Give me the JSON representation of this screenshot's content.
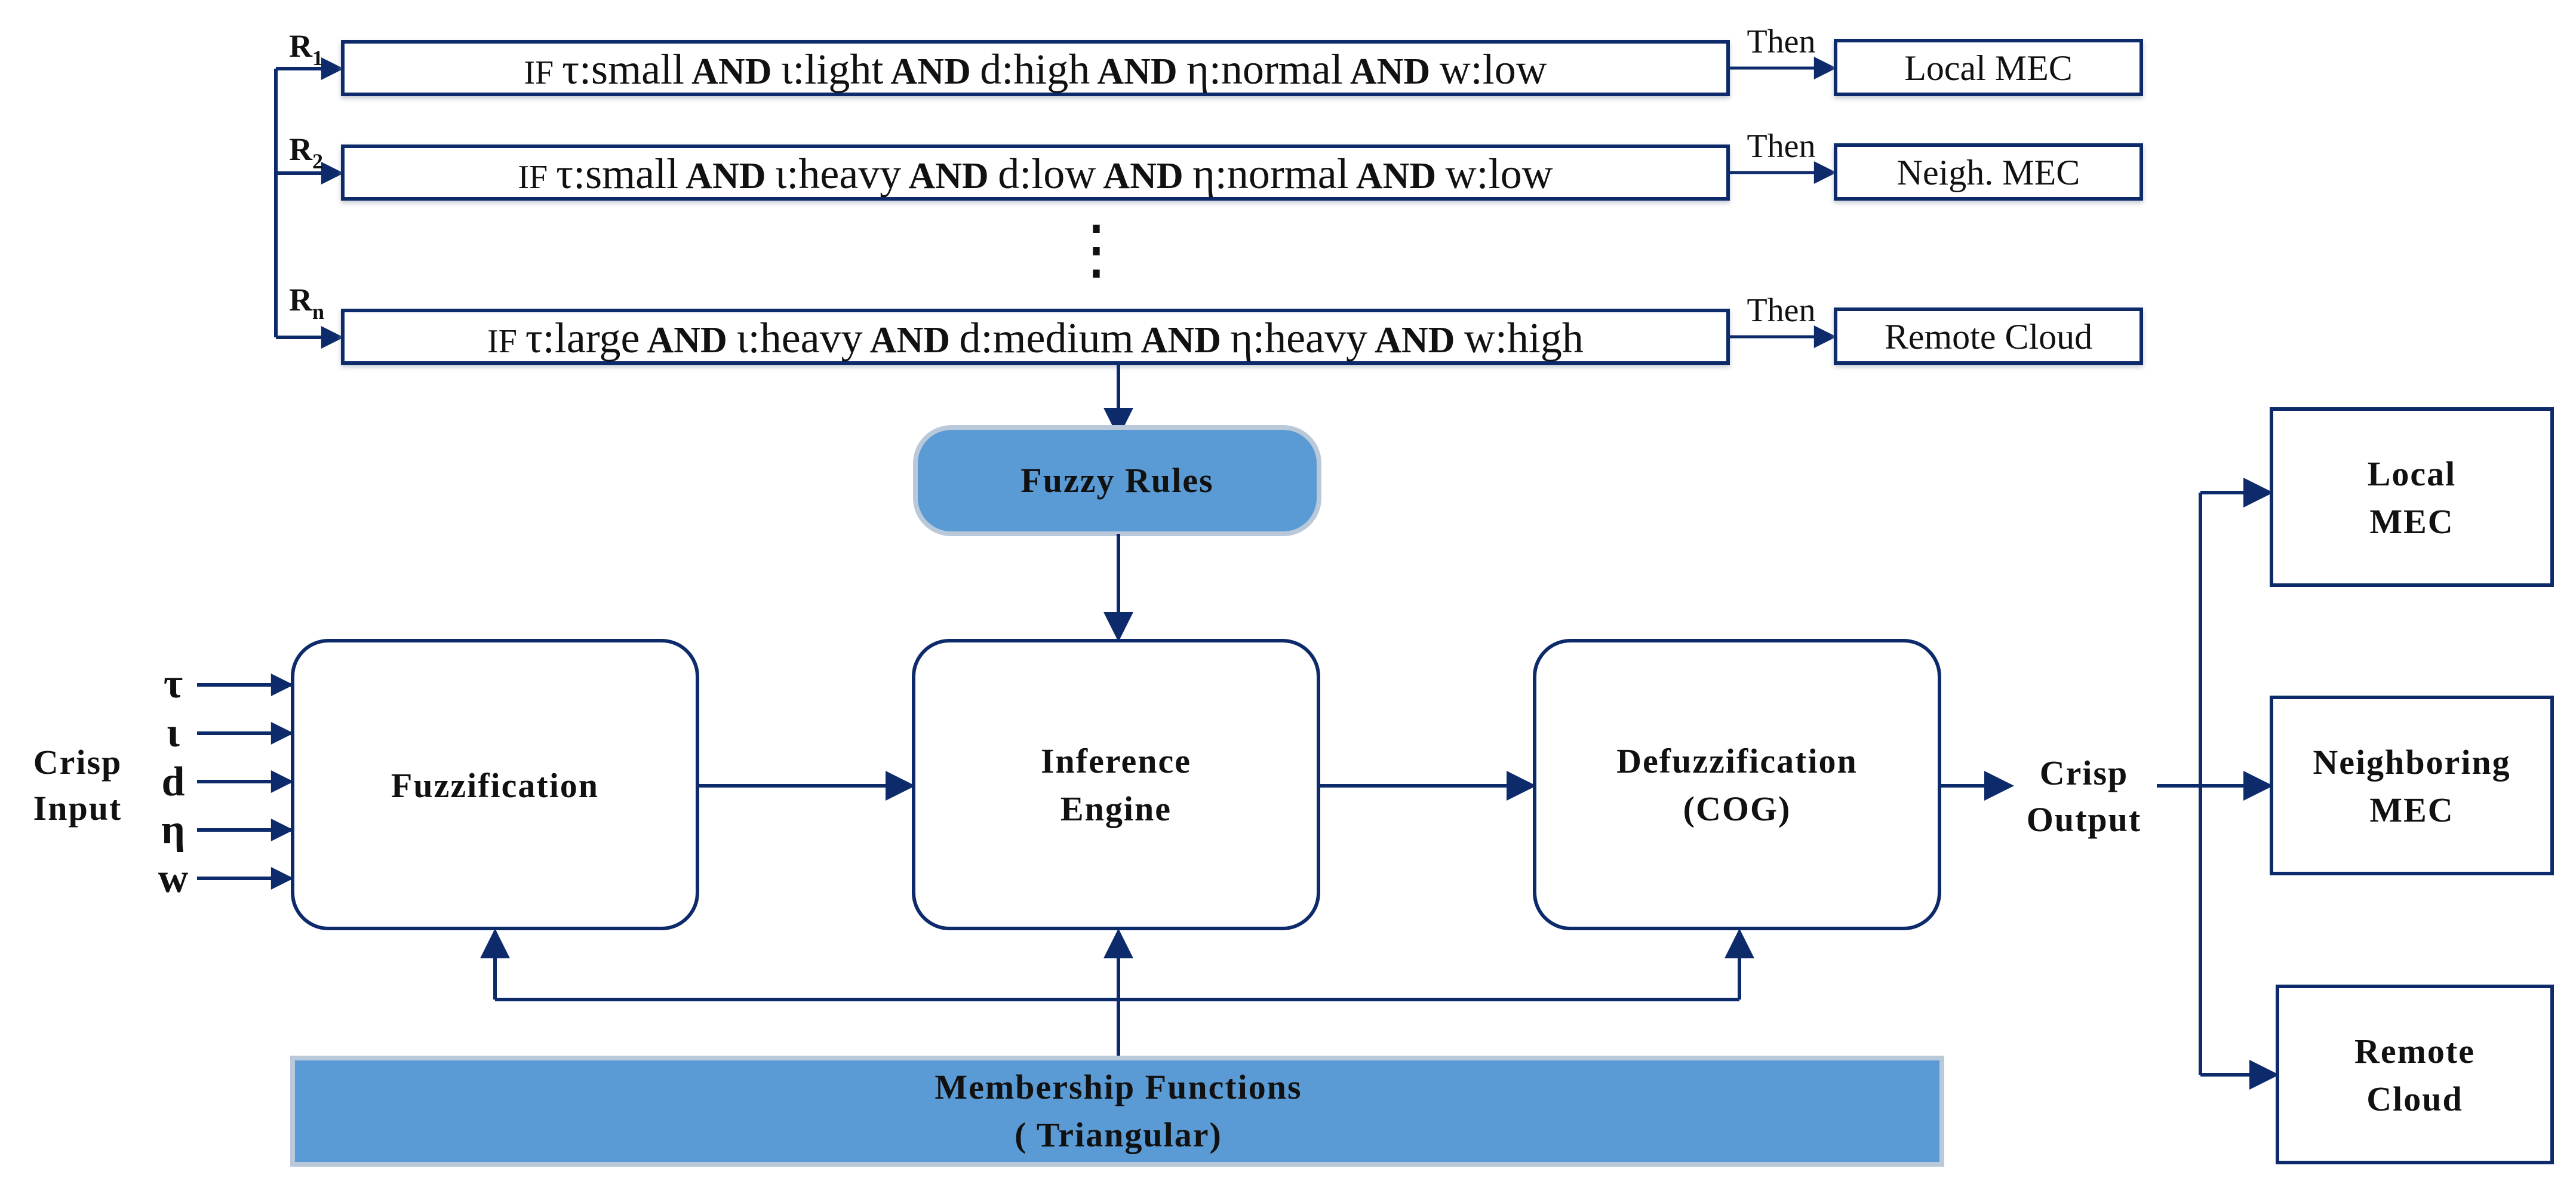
{
  "rules": [
    {
      "id": "R1",
      "label_main": "R",
      "label_sub": "1",
      "if": "IF",
      "conditions": [
        "τ:small",
        "ι:light",
        "d:high",
        "η:normal",
        "w:low"
      ],
      "connector": "AND",
      "then": "Then",
      "output": "Local MEC"
    },
    {
      "id": "R2",
      "label_main": "R",
      "label_sub": "2",
      "if": "IF",
      "conditions": [
        "τ:small",
        "ι:heavy",
        "d:low",
        "η:normal",
        "w:low"
      ],
      "connector": "AND",
      "then": "Then",
      "output": "Neigh. MEC"
    },
    {
      "id": "Rn",
      "label_main": "R",
      "label_sub": "n",
      "if": "IF",
      "conditions": [
        "τ:large",
        "ι:heavy",
        "d:medium",
        "η:heavy",
        "w:high"
      ],
      "connector": "AND",
      "then": "Then",
      "output": "Remote Cloud"
    }
  ],
  "ellipsis": "⋮",
  "fuzzy_rules_label": "Fuzzy Rules",
  "inputs": {
    "label_line1": "Crisp",
    "label_line2": "Input",
    "symbols": [
      "τ",
      "ι",
      "d",
      "η",
      "w"
    ]
  },
  "blocks": {
    "fuzzification": [
      "Fuzzification"
    ],
    "inference": [
      "Inference",
      "Engine"
    ],
    "defuzzification": [
      "Defuzzification",
      "(COG)"
    ]
  },
  "membership": [
    "Membership Functions",
    "( Triangular)"
  ],
  "output": {
    "label_line1": "Crisp",
    "label_line2": "Output"
  },
  "destinations": [
    [
      "Local",
      "MEC"
    ],
    [
      "Neighboring",
      "MEC"
    ],
    [
      "Remote",
      "Cloud"
    ]
  ],
  "colors": {
    "line": "#0d2a6b",
    "box_stroke": "#0d2a6b",
    "fill_blue": "#5b9bd5",
    "fill_blue_border": "#b9c9d9"
  }
}
